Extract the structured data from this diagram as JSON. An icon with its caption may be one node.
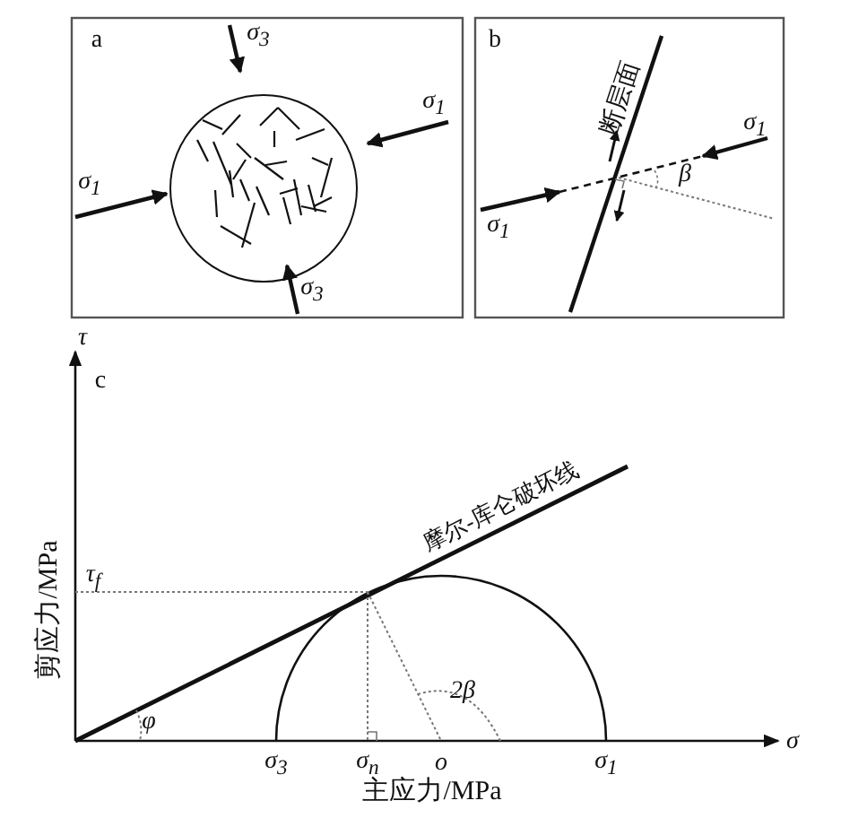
{
  "diagram": {
    "labels": [
      "a",
      "σ$_{3}$",
      "σ$_{1}$",
      "σ$_{1}$",
      "σ$_{3}$",
      "b",
      "断层面",
      "σ$_{1}$",
      "σ$_{1}$",
      "β",
      "c",
      "τ",
      "剪应力/MPa",
      "τ$_{f}$",
      "摩尔-库仑破坏线",
      "φ",
      "2β",
      "σ",
      "σ$_{3}$",
      "σ$_{n}$",
      "o",
      "σ$_{1}$",
      "主应力/MPa"
    ]
  }
}
